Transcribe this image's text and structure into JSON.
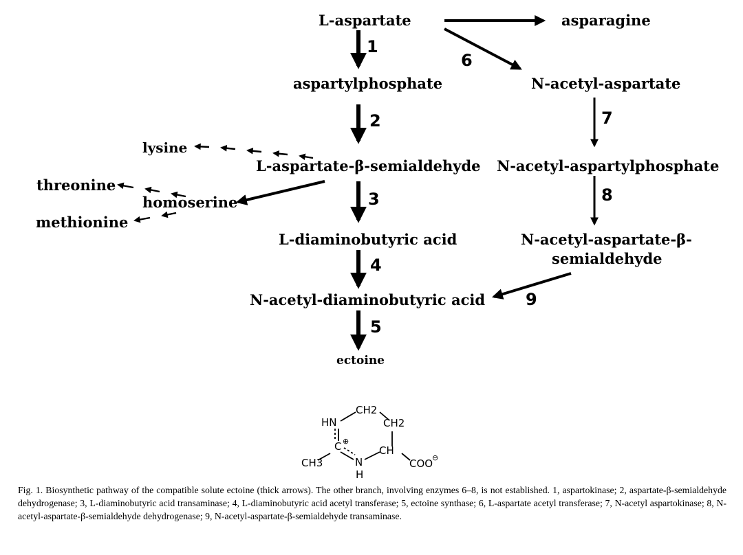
{
  "metabolites": {
    "aspartate": "L-aspartate",
    "asparagine": "asparagine",
    "aspartylphosphate": "aspartylphosphate",
    "acetyl_aspartate": "N-acetyl-aspartate",
    "semialdehyde": "L-aspartate-β-semialdehyde",
    "acetyl_aspartylphosphate": "N-acetyl-aspartylphosphate",
    "lysine": "lysine",
    "threonine": "threonine",
    "homoserine": "homoserine",
    "methionine": "methionine",
    "diaminobutyric": "L-diaminobutyric acid",
    "acetyl_semialdehyde_1": "N-acetyl-aspartate-β-",
    "acetyl_semialdehyde_2": "semialdehyde",
    "acetyl_diaminobutyric": "N-acetyl-diaminobutyric acid",
    "ectoine": "ectoine"
  },
  "steps": [
    "1",
    "2",
    "3",
    "4",
    "5",
    "6",
    "7",
    "8",
    "9"
  ],
  "structure": {
    "ch2_top": "CH2",
    "ch2_right": "CH2",
    "hn": "HN",
    "c_plus": "C",
    "ch": "CH",
    "ch3": "CH3",
    "n": "N",
    "h": "H",
    "coo": "COO",
    "plus": "⊕",
    "minus": "⊖"
  },
  "caption": {
    "text": "Fig. 1. Biosynthetic pathway of the compatible solute ectoine (thick arrows). The other branch, involving enzymes 6–8, is not established. 1, aspartokinase; 2, aspartate-β-semialdehyde dehydrogenase; 3, L-diaminobutyric acid transaminase; 4, L-diaminobutyric acid acetyl transferase; 5, ectoine synthase; 6, L-aspartate acetyl transferase; 7, N-acetyl aspartokinase; 8, N-acetyl-aspartate-β-semialdehyde dehydrogenase; 9, N-acetyl-aspartate-β-semialdehyde transaminase."
  }
}
